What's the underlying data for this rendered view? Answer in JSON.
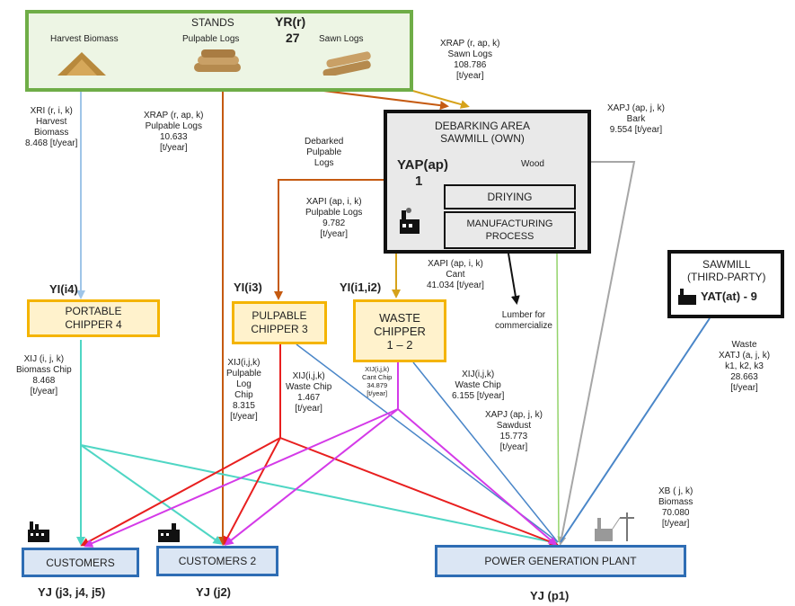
{
  "stands": {
    "title": "STANDS",
    "yr": "YR(r)",
    "count": "27",
    "harvest": "Harvest Biomass",
    "pulpable": "Pulpable Logs",
    "sawn": "Sawn Logs"
  },
  "debark": {
    "line1": "DEBARKING AREA",
    "line2": "SAWMILL (OWN)",
    "yap": "YAP(ap)",
    "one": "1",
    "wood": "Wood",
    "drying": "DRIYING",
    "mfg1": "MANUFACTURING",
    "mfg2": "PROCESS"
  },
  "thirdparty": {
    "line1": "SAWMILL",
    "line2": "(THIRD-PARTY)",
    "yat": "YAT(at) - 9"
  },
  "chippers": {
    "c4_line1": "PORTABLE",
    "c4_line2": "CHIPPER 4",
    "c4_label": "YI(i4)",
    "c3_line1": "PULPABLE",
    "c3_line2": "CHIPPER 3",
    "c3_label": "YI(i3)",
    "cw_line1": "WASTE",
    "cw_line2": "CHIPPER",
    "cw_line3": "1 – 2",
    "cw_label": "YI(i1,i2)"
  },
  "destinations": {
    "customers": "CUSTOMERS",
    "customers2": "CUSTOMERS 2",
    "power": "POWER GENERATION PLANT",
    "yj1": "YJ (j3, j4, j5)",
    "yj2": "YJ (j2)",
    "yj3": "YJ (p1)"
  },
  "flows": {
    "xri": [
      "XRI (r, i, k)",
      "Harvest",
      "Biomass",
      "8.468 [t/year]"
    ],
    "xrap_pulp": [
      "XRAP (r, ap, k)",
      "Pulpable Logs",
      "10.633",
      "[t/year]"
    ],
    "xrap_sawn": [
      "XRAP (r, ap, k)",
      "Sawn Logs",
      "108.786",
      "[t/year]"
    ],
    "xapj_bark": [
      "XAPJ (ap, j, k)",
      "Bark",
      "9.554 [t/year]"
    ],
    "debarked": [
      "Debarked",
      "Pulpable",
      "Logs"
    ],
    "xapi_pulp": [
      "XAPI (ap, i, k)",
      "Pulpable Logs",
      "9.782",
      "[t/year]"
    ],
    "xapi_cant": [
      "XAPI (ap, i, k)",
      "Cant",
      "41.034 [t/year]"
    ],
    "lumber": [
      "Lumber for",
      "commercialize"
    ],
    "xij_biomass": [
      "XIJ (i, j, k)",
      "Biomass Chip",
      "8.468",
      "[t/year]"
    ],
    "xij_log": [
      "XIJ(i,j,k)",
      "Pulpable",
      "Log",
      "Chip",
      "8.315",
      "[t/year]"
    ],
    "xij_waste3": [
      "XIJ(i,j,k)",
      "Waste Chip",
      "1.467",
      "[t/year]"
    ],
    "xij_cant": [
      "XIJ(i,j,k)",
      "Cant Chip",
      "34.879",
      "[t/year]"
    ],
    "xij_waste_cw": [
      "XIJ(i,j,k)",
      "Waste Chip",
      "6.155 [t/year]"
    ],
    "xapj_sawdust": [
      "XAPJ (ap, j, k)",
      "Sawdust",
      "15.773",
      "[t/year]"
    ],
    "xatj": [
      "Waste",
      "XATJ (a, j, k)",
      "k1, k2, k3",
      "28.663",
      "[t/year]"
    ],
    "xb": [
      "XB ( j, k)",
      "Biomass",
      "70.080",
      "[t/year]"
    ]
  },
  "colors": {
    "stands_border": "#6fad47",
    "chipper_border": "#f4b400",
    "dest_border": "#2e6db4",
    "light_blue": "#9fc5e8",
    "brown": "#c55a11",
    "gold": "#d6a21a",
    "gray": "#a6a6a6",
    "light_green": "#93d36a",
    "red": "#e81f1f",
    "magenta": "#d43ae8",
    "cyan": "#4fd6c4",
    "steel_blue": "#4a86c8"
  },
  "icons": {
    "harvest": "biomass-pile-icon",
    "pulpable": "log-stack-icon",
    "sawn": "log-stack-icon",
    "factory": "factory-icon",
    "power": "power-plant-icon"
  }
}
